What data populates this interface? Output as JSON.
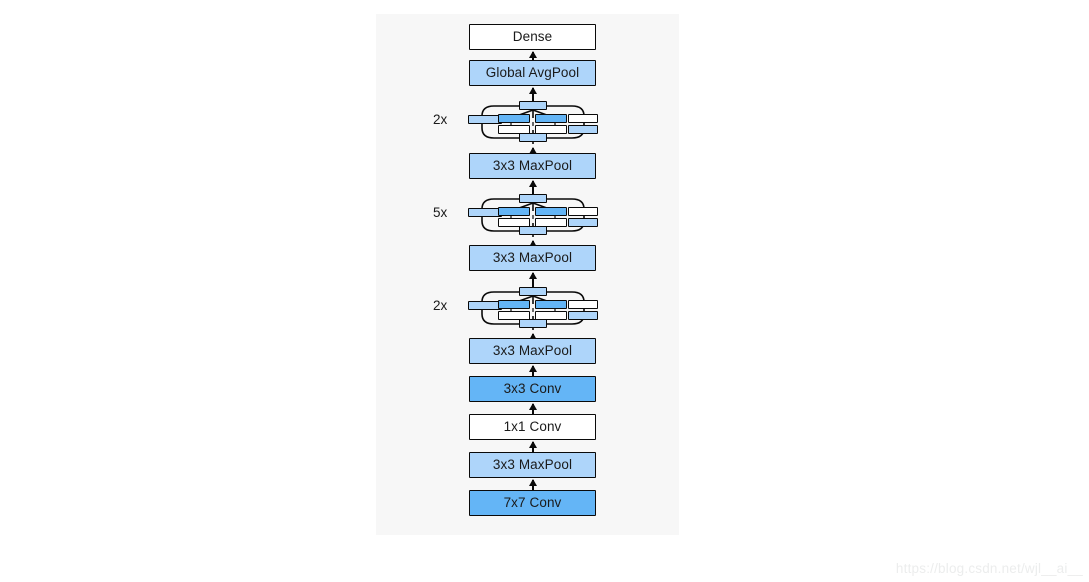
{
  "figure": {
    "title": "GoogLeNet / Inception architecture stack",
    "background_color": "#f7f7f7",
    "colors": {
      "white": "#ffffff",
      "light_blue": "#aed5fa",
      "dark_blue": "#64b5f6",
      "outline": "#0a0a0a"
    },
    "blocks": [
      {
        "label": "Dense",
        "fill": "white"
      },
      {
        "label": "Global AvgPool",
        "fill": "light-blue"
      },
      {
        "label": "3x3 MaxPool",
        "fill": "light-blue"
      },
      {
        "label": "3x3 MaxPool",
        "fill": "light-blue"
      },
      {
        "label": "3x3 MaxPool",
        "fill": "light-blue"
      },
      {
        "label": "3x3 Conv",
        "fill": "dark-blue"
      },
      {
        "label": "1x1 Conv",
        "fill": "white"
      },
      {
        "label": "3x3 MaxPool",
        "fill": "light-blue"
      },
      {
        "label": "7x7 Conv",
        "fill": "dark-blue"
      }
    ],
    "multipliers": [
      {
        "label": "2x"
      },
      {
        "label": "5x"
      },
      {
        "label": "2x"
      }
    ],
    "inception_modules": [
      {
        "name": "inception-stack-top",
        "repeat": "2x"
      },
      {
        "name": "inception-stack-middle",
        "repeat": "5x"
      },
      {
        "name": "inception-stack-bottom",
        "repeat": "2x"
      }
    ]
  },
  "watermark": {
    "text": "https://blog.csdn.net/wjl__ai__"
  }
}
